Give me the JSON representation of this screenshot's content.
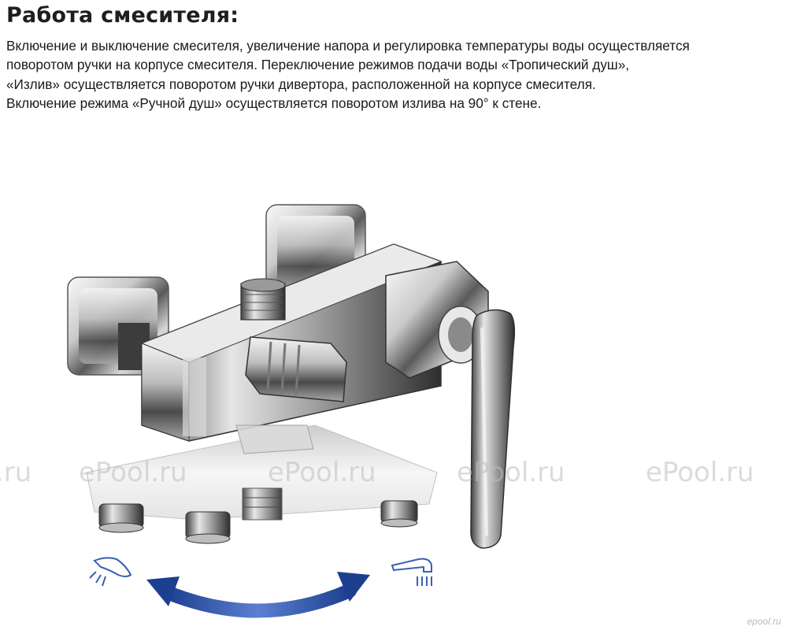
{
  "heading": "Работа смесителя:",
  "description": {
    "line1": "Включение и выключение смесителя, увеличение напора и регулировка температуры воды осуществляется",
    "line2": "поворотом ручки на корпусе смесителя. Переключение режимов подачи воды «Тропический душ»,",
    "line3": "«Излив» осуществляется поворотом ручки дивертора, расположенной на корпусе смесителя.",
    "line4": "Включение режима «Ручной душ» осуществляется поворотом излива на 90° к стене."
  },
  "watermarks": {
    "w1": ".ru",
    "w2": "ePool.ru",
    "w3": "ePool.ru",
    "w4": "ePool.ru",
    "w5": "ePool.ru",
    "corner": "epool.ru"
  },
  "colors": {
    "arrow": "#2a4fa0",
    "icon": "#3a5fb5",
    "chrome_light": "#f2f2f2",
    "chrome_dark": "#3a3a3a"
  }
}
